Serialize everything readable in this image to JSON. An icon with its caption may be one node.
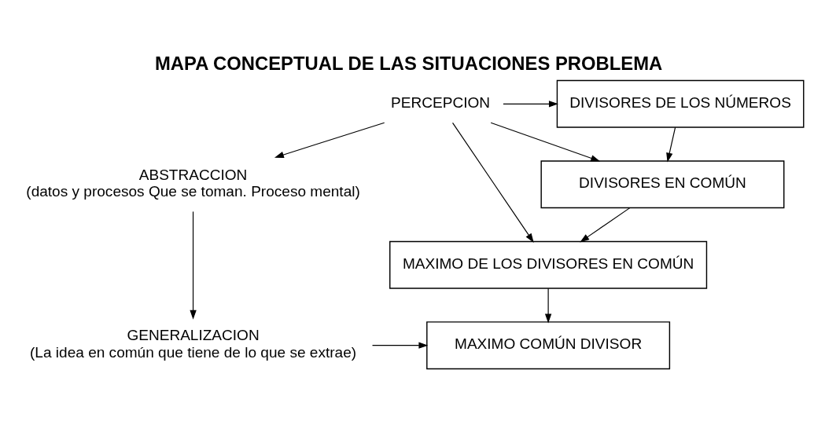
{
  "diagram": {
    "title": "MAPA CONCEPTUAL DE LAS SITUACIONES PROBLEMA",
    "nodes": [
      {
        "text": [
          "PERCEPCION"
        ]
      },
      {
        "text": [
          "ABSTRACCION",
          "(datos y procesos Que se toman. Proceso mental)"
        ]
      },
      {
        "text": [
          "GENERALIZACION",
          "(La idea en común que tiene de lo que se extrae)"
        ]
      },
      {
        "text": [
          "DIVISORES DE LOS NÚMEROS"
        ]
      },
      {
        "text": [
          "DIVISORES EN COMÚN"
        ]
      },
      {
        "text": [
          "MAXIMO DE LOS DIVISORES EN COMÚN"
        ]
      },
      {
        "text": [
          "MAXIMO COMÚN DIVISOR"
        ]
      }
    ],
    "edges": [
      {
        "from": 0,
        "to": 3,
        "arrow": "to"
      },
      {
        "from": 0,
        "to": 4,
        "arrow": "to"
      },
      {
        "from": 0,
        "to": 5,
        "arrow": "to"
      },
      {
        "from": 0,
        "to": 1,
        "arrow": "to"
      },
      {
        "from": 1,
        "to": 2,
        "arrow": "to"
      },
      {
        "from": 2,
        "to": 6,
        "arrow": "to"
      },
      {
        "from": 3,
        "to": 4,
        "arrow": "to"
      },
      {
        "from": 4,
        "to": 5,
        "arrow": "to"
      },
      {
        "from": 5,
        "to": 6,
        "arrow": "to"
      }
    ]
  }
}
